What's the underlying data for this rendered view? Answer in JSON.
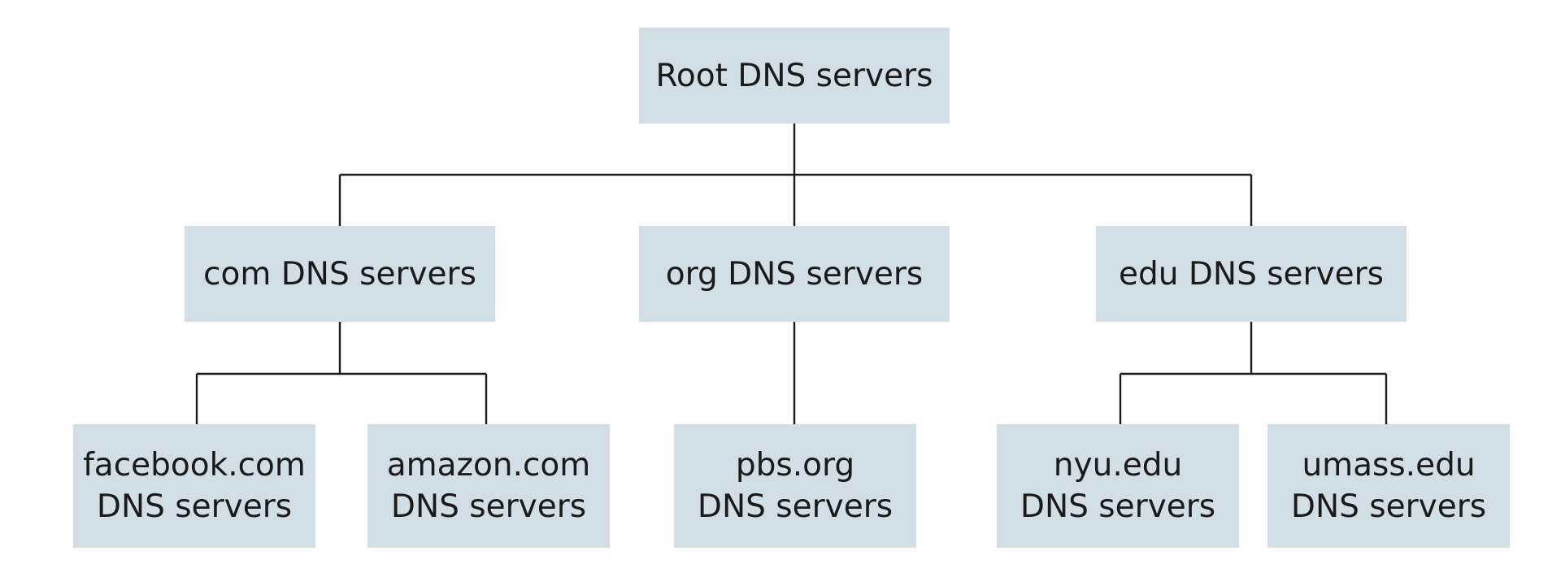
{
  "nodes": {
    "root": {
      "label": "Root DNS servers"
    },
    "com": {
      "label": "com DNS servers"
    },
    "org": {
      "label": "org DNS servers"
    },
    "edu": {
      "label": "edu DNS servers"
    },
    "facebook": {
      "line1": "facebook.com",
      "line2": "DNS servers"
    },
    "amazon": {
      "line1": "amazon.com",
      "line2": "DNS servers"
    },
    "pbs": {
      "line1": "pbs.org",
      "line2": "DNS servers"
    },
    "nyu": {
      "line1": "nyu.edu",
      "line2": "DNS servers"
    },
    "umass": {
      "line1": "umass.edu",
      "line2": "DNS servers"
    }
  },
  "edges": [
    [
      "root",
      "com"
    ],
    [
      "root",
      "org"
    ],
    [
      "root",
      "edu"
    ],
    [
      "com",
      "facebook"
    ],
    [
      "com",
      "amazon"
    ],
    [
      "org",
      "pbs"
    ],
    [
      "edu",
      "nyu"
    ],
    [
      "edu",
      "umass"
    ]
  ],
  "colors": {
    "box_fill": "#d1dee6",
    "line": "#1a1a1a",
    "text": "#1a1a1a"
  }
}
